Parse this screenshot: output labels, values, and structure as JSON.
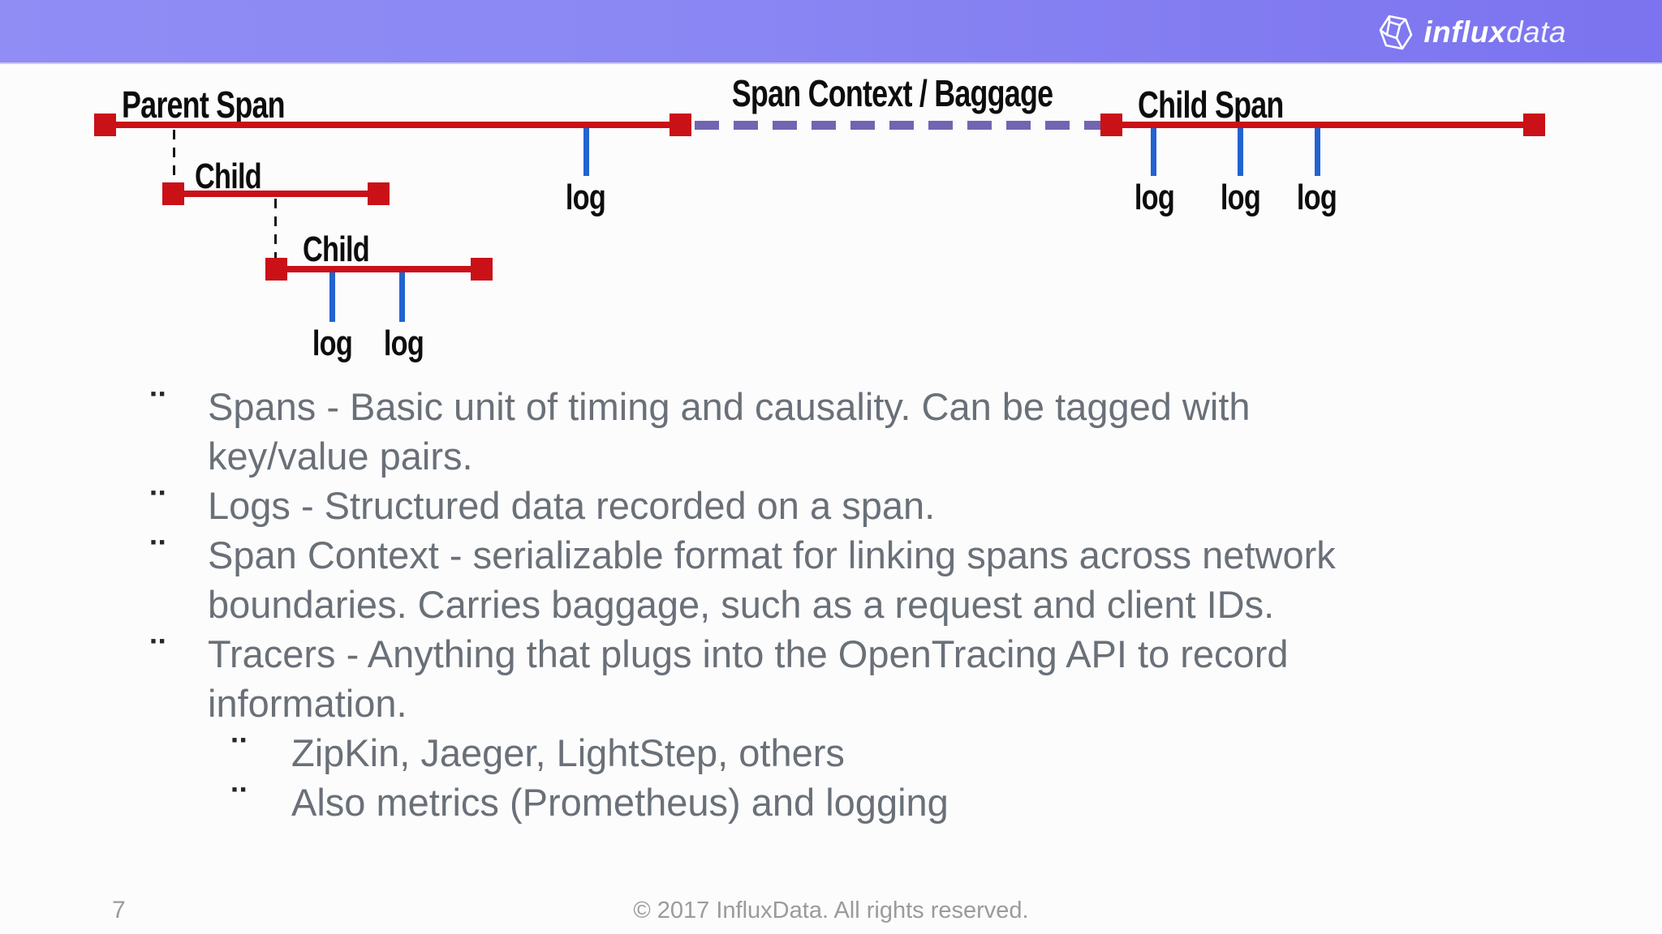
{
  "header": {
    "logo": {
      "brand_bold": "influx",
      "brand_light": "data"
    }
  },
  "diagram": {
    "parent_span": {
      "label": "Parent Span",
      "log": "log"
    },
    "child1": {
      "label": "Child"
    },
    "child2": {
      "label": "Child",
      "logs": [
        "log",
        "log"
      ]
    },
    "span_context": {
      "label": "Span Context / Baggage"
    },
    "child_span": {
      "label": "Child Span",
      "logs": [
        "log",
        "log",
        "log"
      ]
    }
  },
  "bullets": {
    "marker": "¨",
    "items": [
      {
        "level": 1,
        "text": "Spans - Basic unit of timing and causality. Can be tagged with\nkey/value pairs."
      },
      {
        "level": 1,
        "text": "Logs - Structured data recorded on a span."
      },
      {
        "level": 1,
        "text": "Span Context - serializable format for linking spans across network\nboundaries. Carries baggage, such as a request and client IDs."
      },
      {
        "level": 1,
        "text": "Tracers - Anything that plugs into the OpenTracing API to record\ninformation."
      },
      {
        "level": 2,
        "text": "ZipKin, Jaeger, LightStep, others"
      },
      {
        "level": 2,
        "text": "Also metrics (Prometheus) and logging"
      }
    ]
  },
  "footer": {
    "page_number": "7",
    "copyright": "© 2017 InfluxData. All rights reserved."
  },
  "colors": {
    "header_gradient_left": "#908df5",
    "header_gradient_right": "#7b73ef",
    "span_red": "#c91117",
    "log_blue": "#2263d1",
    "context_purple": "#7165b2",
    "label_black": "#0d0d0d",
    "body_text_gray": "#6a7078",
    "footer_gray": "#9b9b9b"
  }
}
